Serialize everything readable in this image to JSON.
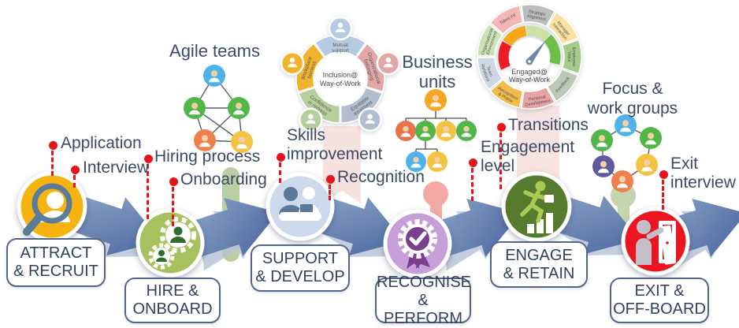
{
  "stages": [
    {
      "id": "attract-recruit",
      "line1": "ATTRACT",
      "line2": "& RECRUIT",
      "color": "#f7b410"
    },
    {
      "id": "hire-onboard",
      "line1": "HIRE &",
      "line2": "ONBOARD",
      "color": "#a9c05e"
    },
    {
      "id": "support-develop",
      "line1": "SUPPORT",
      "line2": "& DEVELOP",
      "color": "#ccdaeb"
    },
    {
      "id": "recognise-perform",
      "line1": "RECOGNISE",
      "line2": "& PERFORM",
      "color": "#c79fd8"
    },
    {
      "id": "engage-retain",
      "line1": "ENGAGE",
      "line2": "& RETAIN",
      "color": "#567a2e"
    },
    {
      "id": "exit-offboard",
      "line1": "EXIT &",
      "line2": "OFF-BOARD",
      "color": "#ea1520"
    }
  ],
  "callouts": {
    "application": "Application",
    "interview": "Interview",
    "hiring_process": "Hiring process",
    "onboarding": "Onboarding",
    "skills_line1": "Skills",
    "skills_line2": "improvement",
    "recognition": "Recognition",
    "transitions": "Transitions",
    "engagement_line1": "Engagement",
    "engagement_line2": "level",
    "exit_line1": "Exit",
    "exit_line2": "interview",
    "dot_color": "#e8141c",
    "text_color": "#3b4a66"
  },
  "clusters": {
    "agile": {
      "title": "Agile teams"
    },
    "business": {
      "title_line1": "Business",
      "title_line2": "units"
    },
    "focus": {
      "title_line1": "Focus &",
      "title_line2": "work groups"
    }
  },
  "wheels": {
    "inclusion": {
      "center_line1": "Inclusion@",
      "center_line2": "Way-of-Work",
      "segments": [
        {
          "lines": [
            "Mutual",
            "support"
          ],
          "color": "#b6cbe2"
        },
        {
          "lines": [
            "Organizational",
            "belonging"
          ],
          "color": "#e2a8a8"
        },
        {
          "lines": [
            "Equitable",
            "treatment"
          ],
          "color": "#b0becf"
        },
        {
          "lines": [
            "Confidence",
            "in redress"
          ],
          "color": "#b4cf9c"
        },
        {
          "lines": [
            "Workplace",
            "fairness"
          ],
          "color": "#f0b32b"
        }
      ]
    },
    "engaged": {
      "center_line1": "Engaged@",
      "center_line2": "Way-of-Work",
      "segments": [
        {
          "lines": [
            "Strategic",
            "Alignment"
          ],
          "color": "#bdbdbd"
        },
        {
          "lines": [
            "Manager",
            "Interaction"
          ],
          "color": "#fbe2a0"
        },
        {
          "lines": [
            "Employee",
            "Voice"
          ],
          "color": "#a3cc8b"
        },
        {
          "lines": [
            "Feedback"
          ],
          "color": "#bcc9b6"
        },
        {
          "lines": [
            "Personal",
            "Development"
          ],
          "color": "#e7a2a2"
        },
        {
          "lines": [
            "Recognition",
            "& Praise"
          ],
          "color": "#f3bb4a"
        },
        {
          "lines": [
            "Team",
            "Relations"
          ],
          "color": "#cfd7e4"
        },
        {
          "lines": [
            "Organisational",
            "Environment"
          ],
          "color": "#cae2b4"
        },
        {
          "lines": [
            "Talent Fit"
          ],
          "color": "#f2b6b6"
        }
      ],
      "gauge_colors": [
        "#ec1c24",
        "#f7a814",
        "#cde2a4",
        "#6ebf49"
      ],
      "needle_color": "#7189a8"
    }
  },
  "colors": {
    "arrow_dark": "#46629c",
    "arrow_light": "#8ea6ca",
    "arrow_echo": "#b7c3d6",
    "box_border": "#55658a",
    "pin_green": "#b9cfa2",
    "pin_pink": "#f5a9a5",
    "banner_pink": "#f6e3df",
    "banner_pink2": "#f7e4e2"
  }
}
